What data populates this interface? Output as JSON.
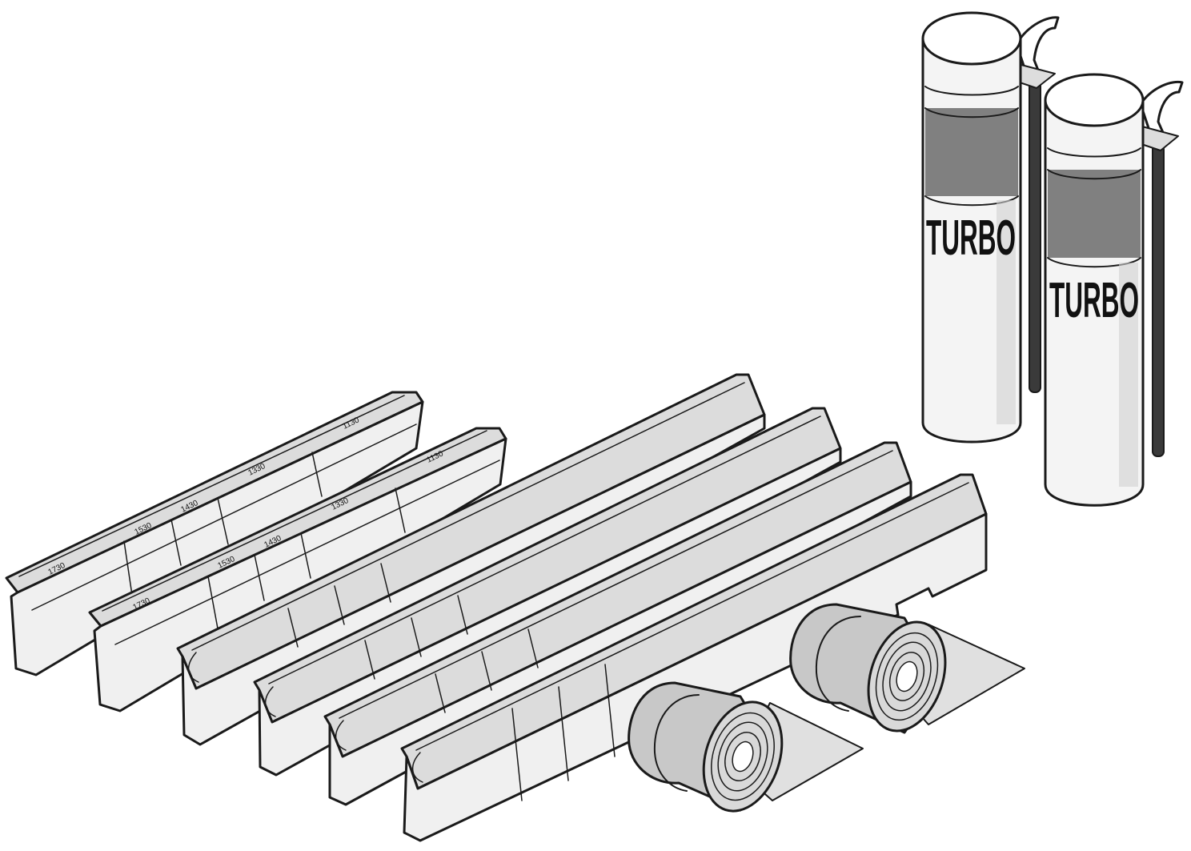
{
  "colors": {
    "outline": "#1a1a1a",
    "profile_fill": "#e6e6e6",
    "profile_face": "#f2f2f2",
    "profile_top": "#dcdcdc",
    "tape_outer": "#c8c8c8",
    "tape_inner": "#d9d9d9",
    "can_body": "#f4f4f4",
    "can_band": "#808080",
    "can_cap": "#ffffff",
    "sheet": "#e0e0e0",
    "tube": "#3a3a3a"
  },
  "profiles": {
    "graduated_1": {
      "labels": [
        "1730",
        "1530",
        "1430",
        "1330",
        "1130"
      ]
    },
    "graduated_2": {
      "labels": [
        "1730",
        "1530",
        "1430",
        "1330",
        "1130"
      ]
    }
  },
  "cans": [
    {
      "brand": "TURBO"
    },
    {
      "brand": "TURBO"
    }
  ]
}
